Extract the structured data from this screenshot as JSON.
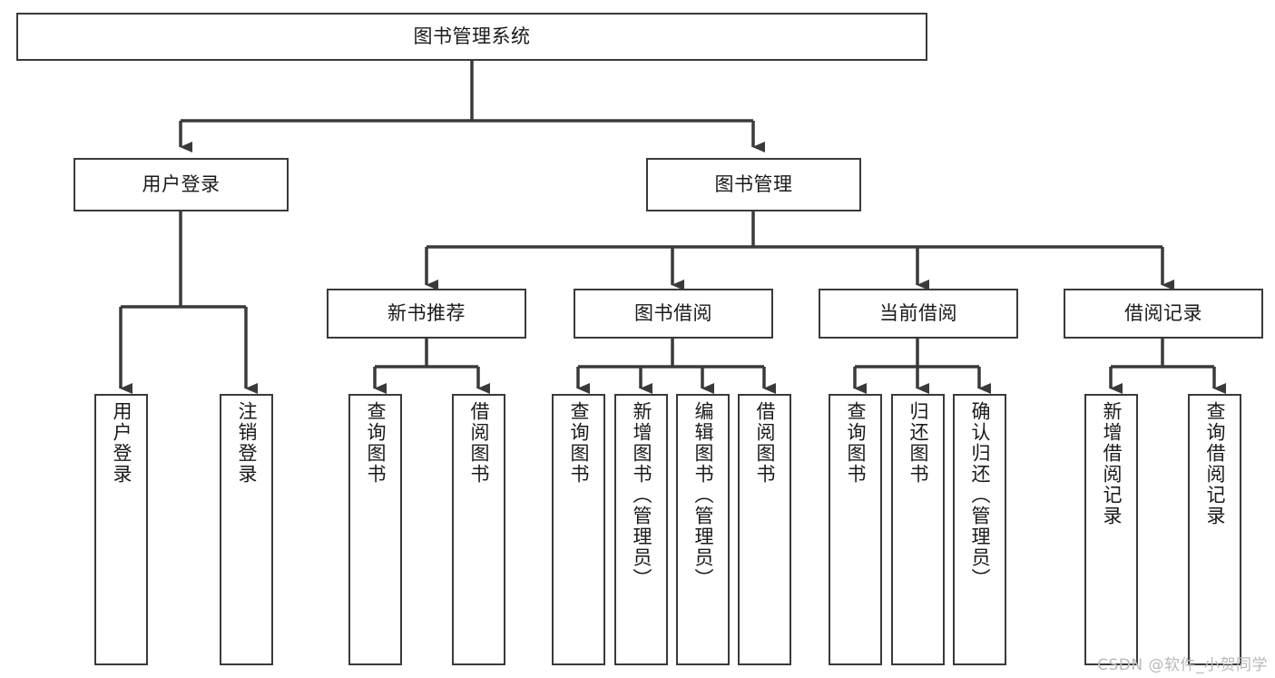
{
  "diagram": {
    "type": "tree-hierarchy",
    "title": "图书管理系统",
    "colors": {
      "stroke": "#3a3a3a",
      "fill": "#ffffff",
      "text": "#1a1a1a",
      "watermark": "#b9b9b9"
    },
    "root": {
      "label": "图书管理系统"
    },
    "level2": [
      {
        "id": "user-login",
        "label": "用户登录"
      },
      {
        "id": "book-management",
        "label": "图书管理"
      }
    ],
    "level3": [
      {
        "id": "new-book-recommend",
        "label": "新书推荐",
        "parent": "book-management"
      },
      {
        "id": "book-borrow",
        "label": "图书借阅",
        "parent": "book-management"
      },
      {
        "id": "current-borrow",
        "label": "当前借阅",
        "parent": "book-management"
      },
      {
        "id": "borrow-record",
        "label": "借阅记录",
        "parent": "book-management"
      }
    ],
    "leaves": [
      {
        "id": "leaf-user-login",
        "label": "用户登录",
        "parent": "user-login"
      },
      {
        "id": "leaf-logout-login",
        "label": "注销登录",
        "parent": "user-login"
      },
      {
        "id": "leaf-query-book-1",
        "label": "查询图书",
        "parent": "new-book-recommend"
      },
      {
        "id": "leaf-borrow-book-1",
        "label": "借阅图书",
        "parent": "new-book-recommend"
      },
      {
        "id": "leaf-query-book-2",
        "label": "查询图书",
        "parent": "book-borrow"
      },
      {
        "id": "leaf-add-book",
        "label": "新增图书（管理员）",
        "parent": "book-borrow"
      },
      {
        "id": "leaf-edit-book",
        "label": "编辑图书（管理员）",
        "parent": "book-borrow"
      },
      {
        "id": "leaf-borrow-book-2",
        "label": "借阅图书",
        "parent": "book-borrow"
      },
      {
        "id": "leaf-query-book-3",
        "label": "查询图书",
        "parent": "current-borrow"
      },
      {
        "id": "leaf-return-book",
        "label": "归还图书",
        "parent": "current-borrow"
      },
      {
        "id": "leaf-confirm-return",
        "label": "确认归还（管理员）",
        "parent": "current-borrow"
      },
      {
        "id": "leaf-add-record",
        "label": "新增借阅记录",
        "parent": "borrow-record"
      },
      {
        "id": "leaf-query-record",
        "label": "查询借阅记录",
        "parent": "borrow-record"
      }
    ],
    "watermark": "CSDN @软件_小贺同学"
  }
}
